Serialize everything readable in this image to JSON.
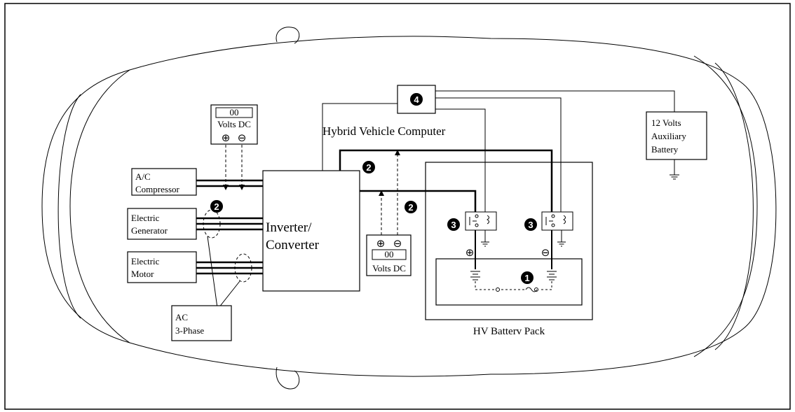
{
  "labels": {
    "hybrid_computer": "Hybrid Vehicle Computer",
    "aux_battery": [
      "12 Volts",
      "Auxiliary",
      "Battery"
    ],
    "ac_compressor": [
      "A/C",
      "Compressor"
    ],
    "electric_generator": [
      "Electric",
      "Generator"
    ],
    "electric_motor": [
      "Electric",
      "Motor"
    ],
    "inverter": [
      "Inverter/",
      "Converter"
    ],
    "ac_3phase": [
      "AC",
      "3-Phase"
    ],
    "hv_battery_pack": "HV Batterv Pack"
  },
  "meters": [
    {
      "reading": "00",
      "unit": "Volts DC"
    },
    {
      "reading": "00",
      "unit": "Volts DC"
    }
  ],
  "callouts": [
    "1",
    "2",
    "2",
    "2",
    "3",
    "3",
    "4"
  ],
  "symbols": {
    "plus": "⊕",
    "minus": "⊖"
  }
}
